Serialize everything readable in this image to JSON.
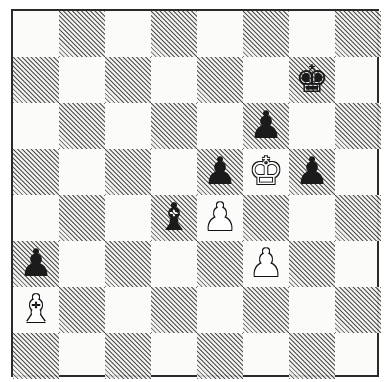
{
  "board": {
    "colors": {
      "dark_square_hatch": "#3a3a3a",
      "light_square": "#fbfbfa",
      "border": "#2a2a2a"
    },
    "pieces": [
      {
        "name": "black-king-icon",
        "color": "black",
        "type": "king",
        "square": "g7",
        "glyph": "♚"
      },
      {
        "name": "black-pawn-icon",
        "color": "black",
        "type": "pawn",
        "square": "f6",
        "glyph": "♟"
      },
      {
        "name": "black-pawn-icon",
        "color": "black",
        "type": "pawn",
        "square": "e5",
        "glyph": "♟"
      },
      {
        "name": "white-king-icon",
        "color": "white",
        "type": "king",
        "square": "f5",
        "glyph": "♚"
      },
      {
        "name": "black-pawn-icon",
        "color": "black",
        "type": "pawn",
        "square": "g5",
        "glyph": "♟"
      },
      {
        "name": "black-bishop-icon",
        "color": "black",
        "type": "bishop",
        "square": "d4",
        "glyph": "♝"
      },
      {
        "name": "white-pawn-icon",
        "color": "white",
        "type": "pawn",
        "square": "e4",
        "glyph": "♟"
      },
      {
        "name": "black-pawn-icon",
        "color": "black",
        "type": "pawn",
        "square": "a3",
        "glyph": "♟"
      },
      {
        "name": "white-pawn-icon",
        "color": "white",
        "type": "pawn",
        "square": "f3",
        "glyph": "♟"
      },
      {
        "name": "white-bishop-icon",
        "color": "white",
        "type": "bishop",
        "square": "a2",
        "glyph": "♝"
      }
    ]
  }
}
